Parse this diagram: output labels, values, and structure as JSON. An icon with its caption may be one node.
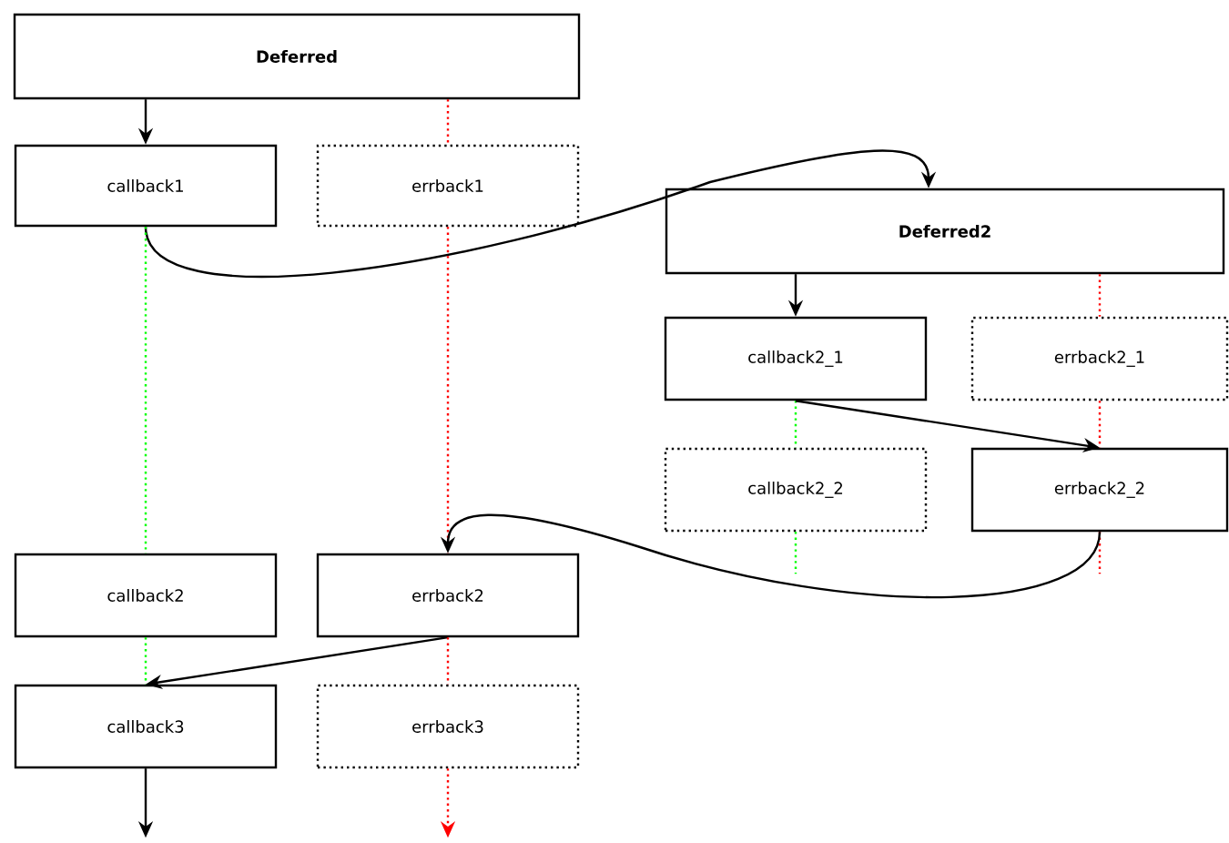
{
  "diagram": {
    "nodes": [
      {
        "text": [
          "Deferred"
        ]
      },
      {
        "text": [
          "callback1"
        ]
      },
      {
        "text": [
          "errback1"
        ]
      },
      {
        "text": [
          "Deferred2"
        ]
      },
      {
        "text": [
          "callback2_1"
        ]
      },
      {
        "text": [
          "errback2_1"
        ]
      },
      {
        "text": [
          "callback2_2"
        ]
      },
      {
        "text": [
          "errback2_2"
        ]
      },
      {
        "text": [
          "callback2"
        ]
      },
      {
        "text": [
          "errback2"
        ]
      },
      {
        "text": [
          "callback3"
        ]
      },
      {
        "text": [
          "errback3"
        ]
      }
    ],
    "edges": [
      {
        "from": 0,
        "to": 1,
        "arrow": "to"
      },
      {
        "from": 0,
        "to": 2,
        "arrow": "none",
        "style": "dashed",
        "color": "#ff0000"
      },
      {
        "from": 1,
        "to": 3,
        "arrow": "to"
      },
      {
        "from": 1,
        "to": 8,
        "arrow": "none",
        "style": "dashed",
        "color": "#00ff00"
      },
      {
        "from": 2,
        "to": 9,
        "arrow": "none",
        "style": "dashed",
        "color": "#ff0000"
      },
      {
        "from": 3,
        "to": 4,
        "arrow": "to"
      },
      {
        "from": 3,
        "to": 5,
        "arrow": "none",
        "style": "dashed",
        "color": "#ff0000"
      },
      {
        "from": 4,
        "to": 6,
        "arrow": "none",
        "style": "dashed",
        "color": "#00ff00"
      },
      {
        "from": 4,
        "to": 7,
        "arrow": "to"
      },
      {
        "from": 5,
        "to": 7,
        "arrow": "none",
        "style": "dashed",
        "color": "#ff0000"
      },
      {
        "from": 6,
        "to": null,
        "arrow": "none",
        "style": "dashed",
        "color": "#00ff00"
      },
      {
        "from": 7,
        "to": null,
        "arrow": "none",
        "style": "dashed",
        "color": "#ff0000"
      },
      {
        "from": 7,
        "to": 9,
        "arrow": "to"
      },
      {
        "from": 8,
        "to": 10,
        "arrow": "none",
        "style": "dashed",
        "color": "#00ff00"
      },
      {
        "from": 9,
        "to": 10,
        "arrow": "to"
      },
      {
        "from": 9,
        "to": 11,
        "arrow": "none",
        "style": "dashed",
        "color": "#ff0000"
      },
      {
        "from": 10,
        "to": null,
        "arrow": "to"
      },
      {
        "from": 11,
        "to": null,
        "arrow": "to",
        "style": "dashed",
        "color": "#ff0000"
      }
    ]
  }
}
